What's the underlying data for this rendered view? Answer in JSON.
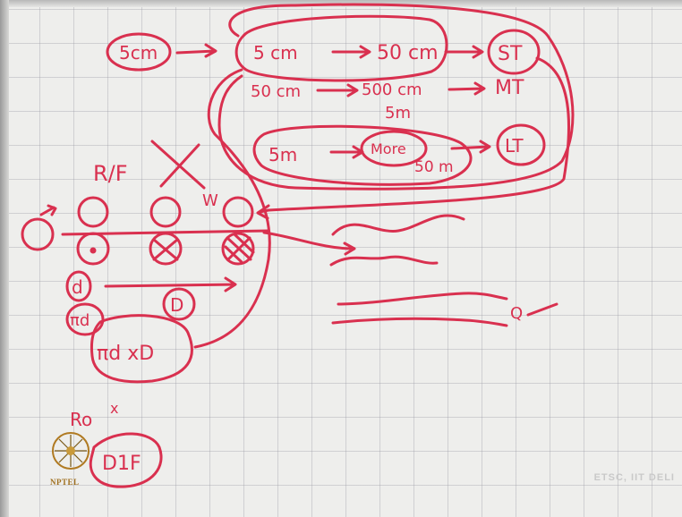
{
  "board": {
    "ink_color": "#d9304f",
    "grid_color": "#a0a0aa"
  },
  "labels": {
    "start_5cm": "5cm",
    "range_a": "5 cm",
    "range_b": "50 cm",
    "st": "ST",
    "row2_a": "50 cm",
    "row2_b": "500 cm",
    "mt": "MT",
    "row2_c": "5m",
    "row3_a": "5m",
    "row3_more": "More",
    "row3_b": "50 m",
    "lt": "LT",
    "rf": "R/F",
    "w": "W",
    "d_small": "d",
    "d_big": "D",
    "pi_d": "πd",
    "pi_d_x_d": "πd xD",
    "ro": "Ro",
    "x_mark": "x",
    "dif": "D1F",
    "q_mark": "Q"
  },
  "footer": {
    "watermark": "ETSC, IIT DELI",
    "logo_text": "NPTEL"
  }
}
